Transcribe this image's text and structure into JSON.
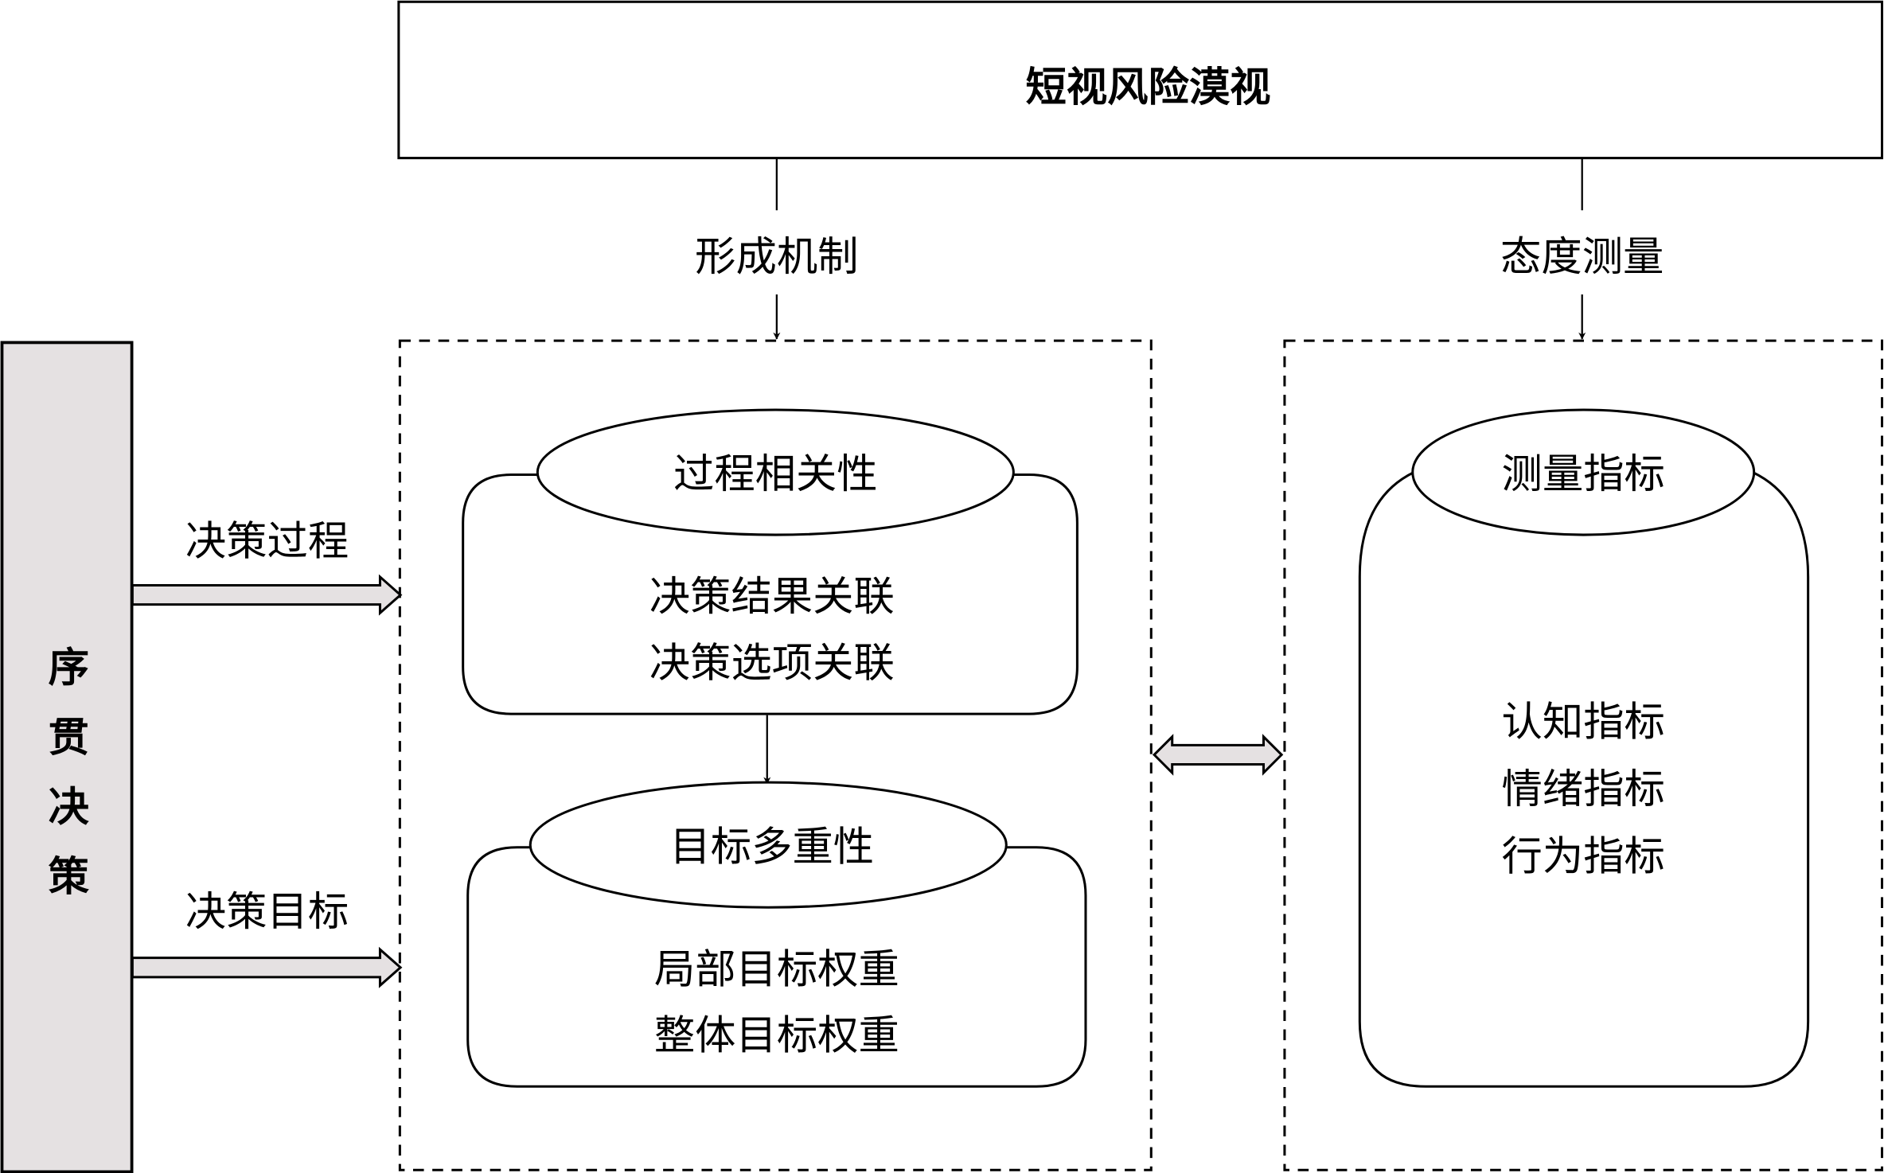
{
  "title": "短视风险漠视",
  "branches": {
    "left_label": "形成机制",
    "right_label": "态度测量"
  },
  "sidebar": {
    "label_chars": [
      "序",
      "贯",
      "决",
      "策"
    ],
    "fill_color": "#e5e1e2"
  },
  "inputs": [
    {
      "label": "决策过程"
    },
    {
      "label": "决策目标"
    }
  ],
  "mechanism": {
    "process": {
      "header": "过程相关性",
      "items": [
        "决策结果关联",
        "决策选项关联"
      ]
    },
    "goal": {
      "header": "目标多重性",
      "items": [
        "局部目标权重",
        "整体目标权重"
      ]
    }
  },
  "measurement": {
    "header": "测量指标",
    "items": [
      "认知指标",
      "情绪指标",
      "行为指标"
    ]
  },
  "colors": {
    "stroke": "#000000",
    "arrow_fill": "#e5e1e2",
    "background": "#ffffff"
  }
}
